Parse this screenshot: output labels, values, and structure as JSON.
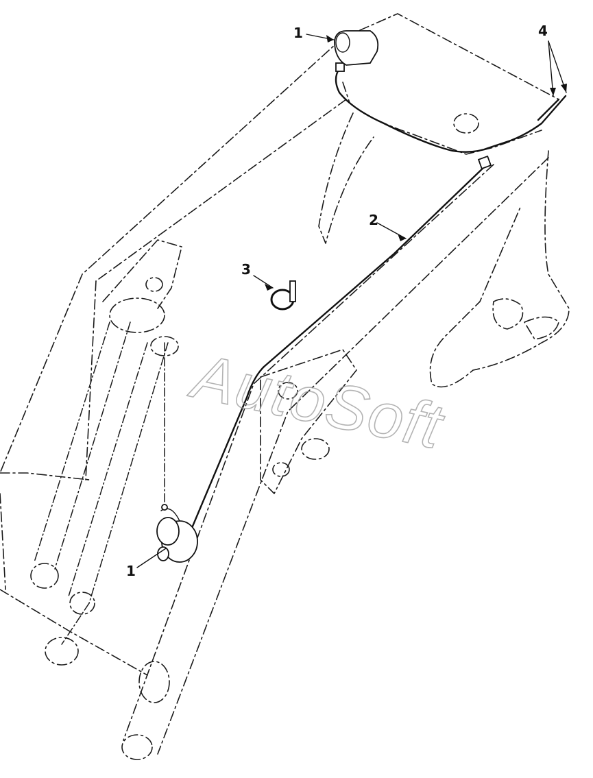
{
  "callouts": [
    {
      "id": "callout-1-top",
      "label": "1"
    },
    {
      "id": "callout-2",
      "label": "2"
    },
    {
      "id": "callout-3",
      "label": "3"
    },
    {
      "id": "callout-4",
      "label": "4"
    },
    {
      "id": "callout-1-bottom",
      "label": "1"
    }
  ],
  "watermark": {
    "text": "AutoSoft",
    "color": "#9a9a9a"
  }
}
